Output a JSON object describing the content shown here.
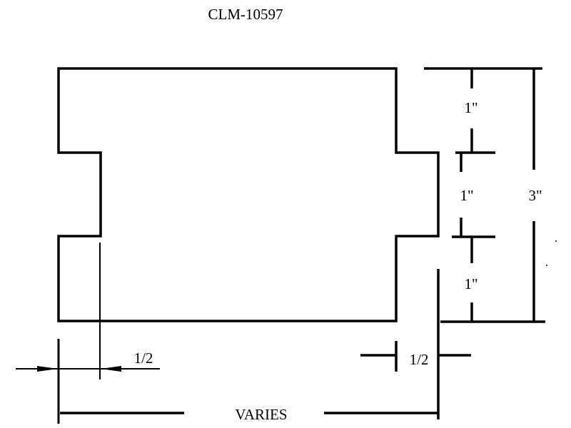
{
  "title": "CLM-10597",
  "dimensions": {
    "top_segment": "1\"",
    "middle_segment": "1\"",
    "bottom_segment": "1\"",
    "total_height": "3\"",
    "left_offset": "1/2",
    "right_offset": "1/2",
    "width": "VARIES"
  },
  "colors": {
    "line": "#000000",
    "background": "#ffffff"
  }
}
